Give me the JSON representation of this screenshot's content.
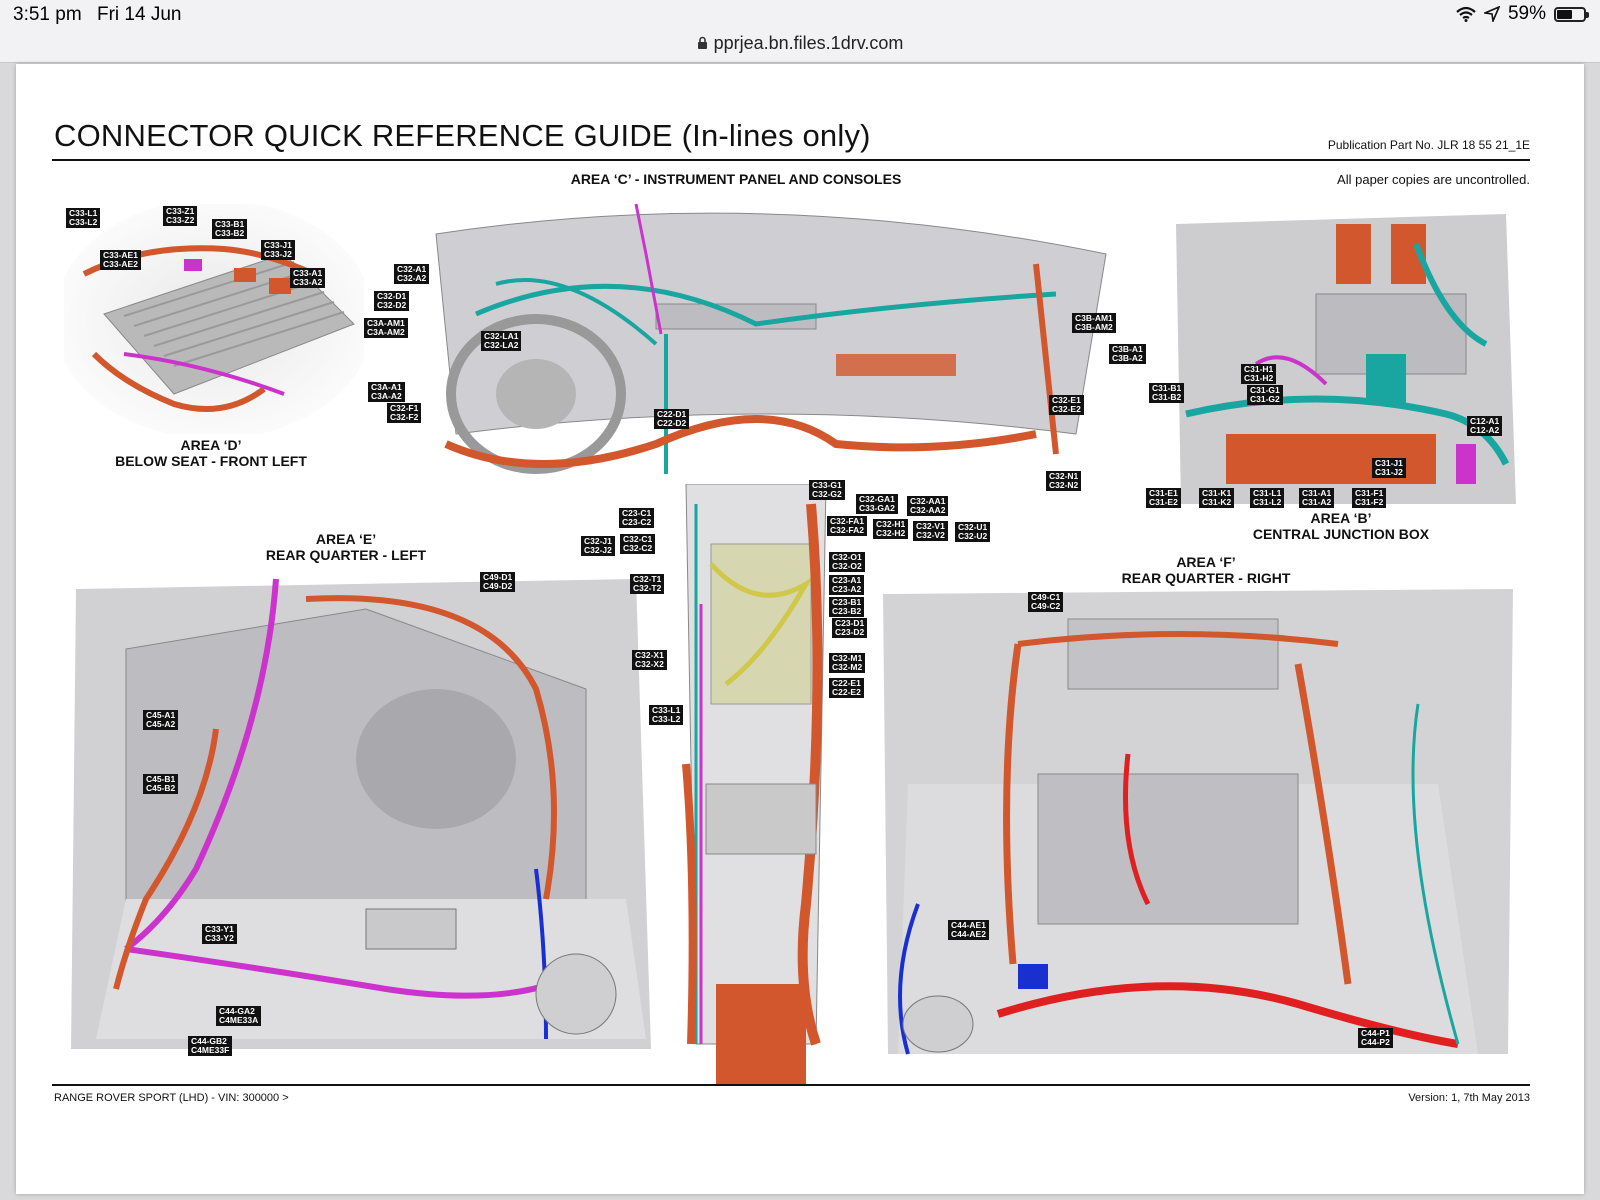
{
  "status": {
    "time": "3:51 pm",
    "date": "Fri 14 Jun",
    "battery": "59%",
    "battery_level": 0.59
  },
  "browser": {
    "url": "pprjea.bn.files.1drv.com"
  },
  "doc": {
    "title": "CONNECTOR QUICK REFERENCE GUIDE  (In-lines only)",
    "publication": "Publication Part No. JLR 18 55 21_1E",
    "uncontrolled": "All paper copies are uncontrolled.",
    "footer_left": "RANGE ROVER SPORT (LHD) - VIN: 300000 >",
    "footer_right": "Version: 1, 7th May 2013"
  },
  "areas": {
    "c": {
      "line1": "AREA ‘C’ - INSTRUMENT PANEL AND CONSOLES"
    },
    "d": {
      "line1": "AREA ‘D’",
      "line2": "BELOW SEAT - FRONT LEFT"
    },
    "b": {
      "line1": "AREA ‘B’",
      "line2": "CENTRAL JUNCTION BOX"
    },
    "e": {
      "line1": "AREA ‘E’",
      "line2": "REAR QUARTER - LEFT"
    },
    "f": {
      "line1": "AREA ‘F’",
      "line2": "REAR QUARTER - RIGHT"
    }
  },
  "tags": {
    "d1": [
      "C33-L1",
      "C33-L2"
    ],
    "d2": [
      "C33-Z1",
      "C33-Z2"
    ],
    "d3": [
      "C33-B1",
      "C33-B2"
    ],
    "d4": [
      "C33-AE1",
      "C33-AE2"
    ],
    "d5": [
      "C33-J1",
      "C33-J2"
    ],
    "d6": [
      "C33-A1",
      "C33-A2"
    ],
    "c1": [
      "C32-A1",
      "C32-A2"
    ],
    "c2": [
      "C32-D1",
      "C32-D2"
    ],
    "c3": [
      "C3A-AM1",
      "C3A-AM2"
    ],
    "c4": [
      "C32-LA1",
      "C32-LA2"
    ],
    "c5": [
      "C3A-A1",
      "C3A-A2"
    ],
    "c6": [
      "C32-F1",
      "C32-F2"
    ],
    "c7": [
      "C22-D1",
      "C22-D2"
    ],
    "c8": [
      "C3B-AM1",
      "C3B-AM2"
    ],
    "c9": [
      "C3B-A1",
      "C3B-A2"
    ],
    "c10": [
      "C32-E1",
      "C32-E2"
    ],
    "c11": [
      "C32-N1",
      "C32-N2"
    ],
    "c12": [
      "C33-G1",
      "C32-G2"
    ],
    "c13": [
      "C32-GA1",
      "C33-GA2"
    ],
    "c14": [
      "C32-AA1",
      "C32-AA2"
    ],
    "c15": [
      "C32-FA1",
      "C32-FA2"
    ],
    "c16": [
      "C32-H1",
      "C32-H2"
    ],
    "c17": [
      "C32-V1",
      "C32-V2"
    ],
    "c18": [
      "C32-U1",
      "C32-U2"
    ],
    "c19": [
      "C23-C1",
      "C23-C2"
    ],
    "c20": [
      "C32-J1",
      "C32-J2"
    ],
    "c21": [
      "C32-C1",
      "C32-C2"
    ],
    "c22": [
      "C32-O1",
      "C32-O2"
    ],
    "c23": [
      "C23-A1",
      "C23-A2"
    ],
    "c24": [
      "C32-T1",
      "C32-T2"
    ],
    "c25": [
      "C23-B1",
      "C23-B2"
    ],
    "c26": [
      "C23-D1",
      "C23-D2"
    ],
    "c27": [
      "C32-X1",
      "C32-X2"
    ],
    "c28": [
      "C32-M1",
      "C32-M2"
    ],
    "c29": [
      "C22-E1",
      "C22-E2"
    ],
    "c30": [
      "C33-L1",
      "C33-L2"
    ],
    "b1": [
      "C31-H1",
      "C31-H2"
    ],
    "b2": [
      "C31-B1",
      "C31-B2"
    ],
    "b3": [
      "C31-G1",
      "C31-G2"
    ],
    "b4": [
      "C12-A1",
      "C12-A2"
    ],
    "b5": [
      "C31-J1",
      "C31-J2"
    ],
    "b6": [
      "C31-E1",
      "C31-E2"
    ],
    "b7": [
      "C31-K1",
      "C31-K2"
    ],
    "b8": [
      "C31-L1",
      "C31-L2"
    ],
    "b9": [
      "C31-A1",
      "C31-A2"
    ],
    "b10": [
      "C31-F1",
      "C31-F2"
    ],
    "e1": [
      "C49-D1",
      "C49-D2"
    ],
    "e2": [
      "C45-A1",
      "C45-A2"
    ],
    "e3": [
      "C45-B1",
      "C45-B2"
    ],
    "e4": [
      "C33-Y1",
      "C33-Y2"
    ],
    "e5": [
      "C44-GA2",
      "C4ME33A"
    ],
    "e6": [
      "C44-GB2",
      "C4ME33F"
    ],
    "f1": [
      "C49-C1",
      "C49-C2"
    ],
    "f2": [
      "C44-AE1",
      "C44-AE2"
    ],
    "f3": [
      "C44-P1",
      "C44-P2"
    ]
  },
  "colors": {
    "orange": "#d2572c",
    "teal": "#1aa6a0",
    "magenta": "#cc33cc",
    "yellow": "#cfc84a",
    "blue": "#1a2fd0",
    "red": "#e02020"
  }
}
